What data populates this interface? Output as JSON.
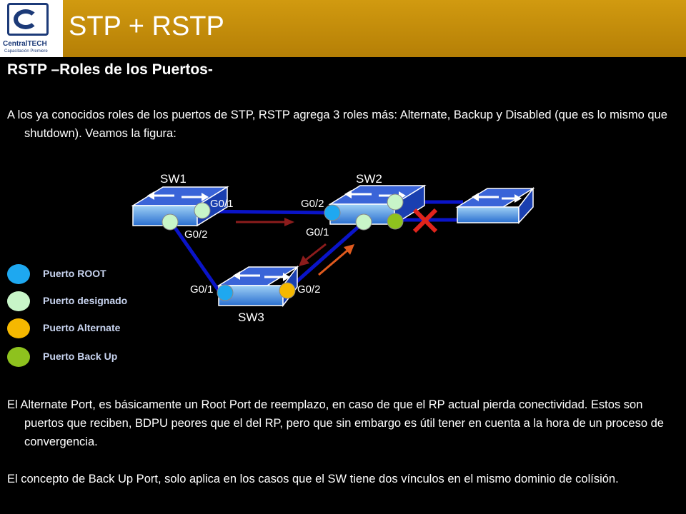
{
  "header": {
    "title": "STP + RSTP",
    "logo": {
      "name": "CentralTECH",
      "tagline": "Capacitación Premiere"
    }
  },
  "subtitle": "RSTP –Roles de los Puertos-",
  "intro": "A los ya conocidos roles de los puertos de STP, RSTP agrega 3 roles más: Alternate, Backup  y Disabled (que es lo mismo que shutdown). Veamos la figura:",
  "diagram": {
    "switches": [
      {
        "name": "SW1"
      },
      {
        "name": "SW2"
      },
      {
        "name": "SW3"
      }
    ],
    "ports": {
      "sw1_g01": "G0/1",
      "sw1_g02": "G0/2",
      "sw2_g02": "G0/2",
      "sw2_g01": "G0/1",
      "sw3_g01": "G0/1",
      "sw3_g02": "G0/2"
    },
    "colors": {
      "root": "#1ea8f0",
      "designated": "#c8f5c8",
      "alternate": "#f5b800",
      "backup": "#8ec21e",
      "link": "#0a14c8",
      "switch_top": "#3a64d8",
      "blocked": "#e0241c",
      "bpdu_arrow": "#8c1c1c",
      "alt_arrow": "#e05a1e"
    }
  },
  "legend": [
    {
      "label": "Puerto ROOT",
      "color": "#1ea8f0"
    },
    {
      "label": "Puerto designado",
      "color": "#c8f5c8"
    },
    {
      "label": "Puerto Alternate",
      "color": "#f5b800"
    },
    {
      "label": "Puerto Back Up",
      "color": "#8ec21e"
    }
  ],
  "paragraphs": [
    "El Alternate Port, es básicamente un Root Port de reemplazo, en caso de que el RP actual pierda conectividad. Estos son puertos que reciben, BDPU peores que el del RP, pero que sin embargo es útil tener en cuenta a la hora de un proceso de convergencia.",
    "El concepto de Back Up Port, solo aplica en los casos que el SW tiene dos vínculos en el mismo dominio de colísión."
  ]
}
